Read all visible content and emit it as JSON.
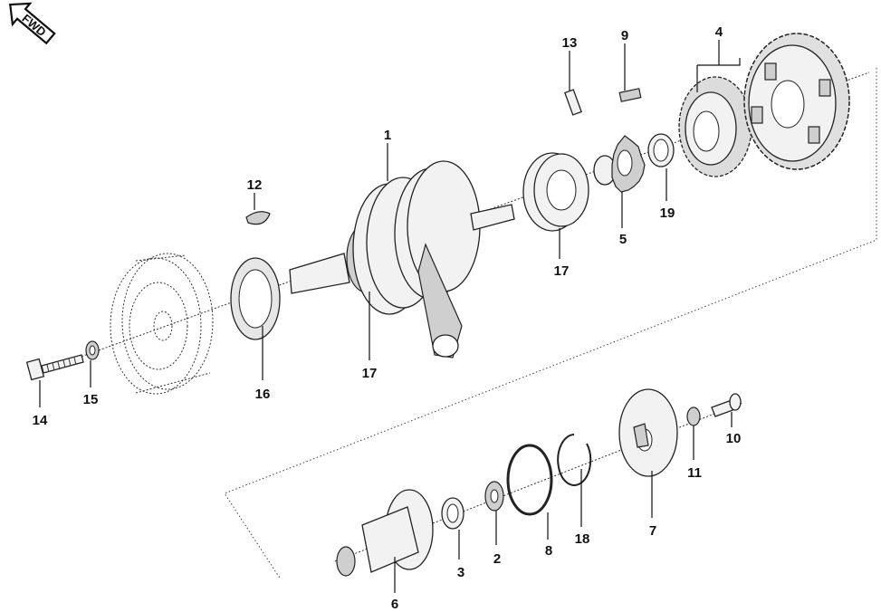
{
  "direction_badge": {
    "label": "FWD",
    "icon": "arrow-left-icon"
  },
  "part_labels": {
    "p1": "1",
    "p2": "2",
    "p3": "3",
    "p4": "4",
    "p5": "5",
    "p6": "6",
    "p7": "7",
    "p8": "8",
    "p9": "9",
    "p10": "10",
    "p11": "11",
    "p12": "12",
    "p13": "13",
    "p14": "14",
    "p15": "15",
    "p16": "16",
    "p17a": "17",
    "p17b": "17",
    "p18": "18",
    "p19": "19"
  }
}
